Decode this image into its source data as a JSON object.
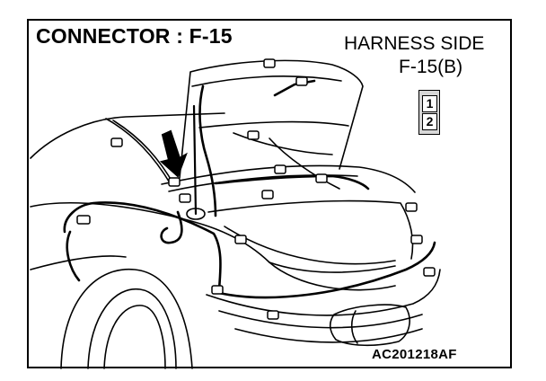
{
  "diagram": {
    "title": "CONNECTOR : F-15",
    "harness_label": "HARNESS SIDE",
    "connector_id": "F-15(B)",
    "pins": [
      "1",
      "2"
    ],
    "figure_code": "AC201218AF"
  }
}
